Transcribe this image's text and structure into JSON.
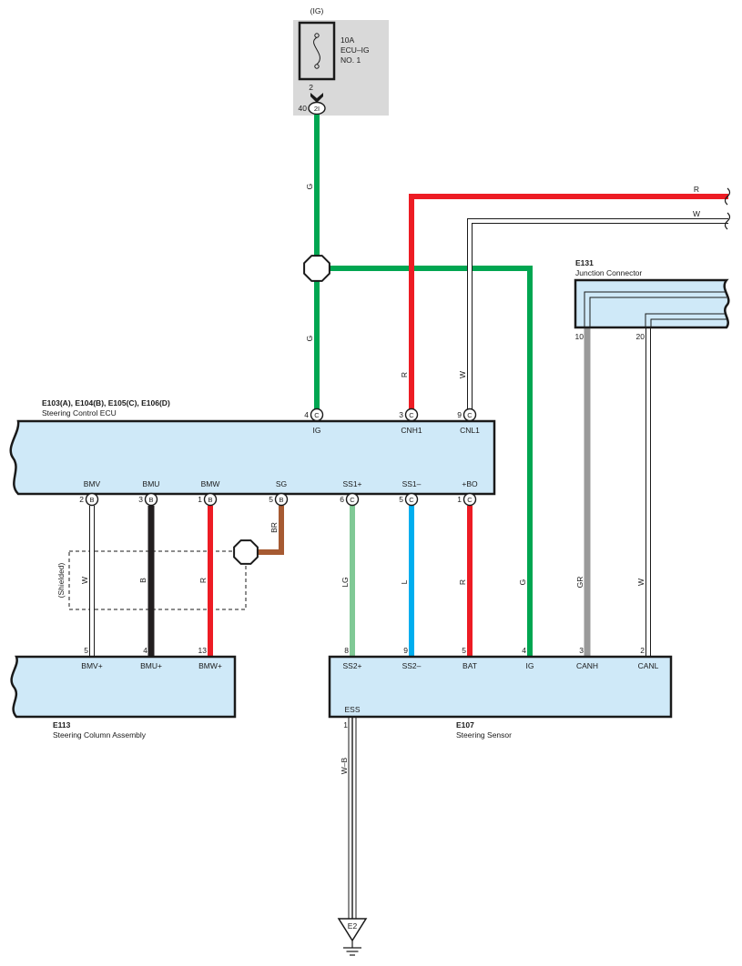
{
  "fuse": {
    "supply": "(IG)",
    "rating": "10A",
    "name": [
      "ECU–IG",
      "NO. 1"
    ],
    "pin": "2",
    "connector": "2I",
    "connector_pin": "40"
  },
  "ecu": {
    "codes": "E103(A), E104(B), E105(C), E106(D)",
    "name": "Steering Control ECU",
    "top_pins": [
      {
        "pin": "4",
        "connector": "C",
        "terminal": "IG"
      },
      {
        "pin": "3",
        "connector": "C",
        "terminal": "CNH1"
      },
      {
        "pin": "9",
        "connector": "C",
        "terminal": "CNL1"
      }
    ],
    "bottom_pins": [
      {
        "pin": "2",
        "connector": "B",
        "terminal": "BMV"
      },
      {
        "pin": "3",
        "connector": "B",
        "terminal": "BMU"
      },
      {
        "pin": "1",
        "connector": "B",
        "terminal": "BMW"
      },
      {
        "pin": "5",
        "connector": "B",
        "terminal": "SG"
      },
      {
        "pin": "6",
        "connector": "C",
        "terminal": "SS1+"
      },
      {
        "pin": "5",
        "connector": "C",
        "terminal": "SS1–"
      },
      {
        "pin": "1",
        "connector": "C",
        "terminal": "+BO"
      }
    ]
  },
  "junction_connector": {
    "code": "E131",
    "name": "Junction Connector",
    "pins": [
      "10",
      "20"
    ]
  },
  "steering_column": {
    "code": "E113",
    "name": "Steering Column Assembly",
    "pins": [
      {
        "pin": "5",
        "terminal": "BMV+"
      },
      {
        "pin": "4",
        "terminal": "BMU+"
      },
      {
        "pin": "13",
        "terminal": "BMW+"
      }
    ]
  },
  "steering_sensor": {
    "code": "E107",
    "name": "Steering Sensor",
    "pins": [
      {
        "pin": "8",
        "terminal": "SS2+"
      },
      {
        "pin": "9",
        "terminal": "SS2–"
      },
      {
        "pin": "5",
        "terminal": "BAT"
      },
      {
        "pin": "4",
        "terminal": "IG"
      },
      {
        "pin": "3",
        "terminal": "CANH"
      },
      {
        "pin": "2",
        "terminal": "CANL"
      }
    ],
    "ground_pin": {
      "pin": "1",
      "terminal": "ESS"
    }
  },
  "ground": {
    "code": "E2"
  },
  "shield": {
    "label": "(Shielded)"
  },
  "wires": [
    {
      "code": "G",
      "color": "#00a651"
    },
    {
      "code": "G",
      "color": "#00a651"
    },
    {
      "code": "G",
      "color": "#00a651"
    },
    {
      "code": "R",
      "color": "#ed1c24"
    },
    {
      "code": "W",
      "color": "#ffffff"
    },
    {
      "code": "W",
      "color": "#ffffff"
    },
    {
      "code": "B",
      "color": "#231f20"
    },
    {
      "code": "R",
      "color": "#ed1c24"
    },
    {
      "code": "BR",
      "color": "#a65a32"
    },
    {
      "code": "LG",
      "color": "#80c995"
    },
    {
      "code": "L",
      "color": "#00aeef"
    },
    {
      "code": "R",
      "color": "#ed1c24"
    },
    {
      "code": "GR",
      "color": "#9a9a9a"
    },
    {
      "code": "W",
      "color": "#ffffff"
    },
    {
      "code": "W–B",
      "color": "#ffffff",
      "tracer": "#1a1a1a"
    }
  ],
  "colors": {
    "component_fill": "#cfe9f8",
    "fuse_block_fill": "#d9d9d9"
  }
}
